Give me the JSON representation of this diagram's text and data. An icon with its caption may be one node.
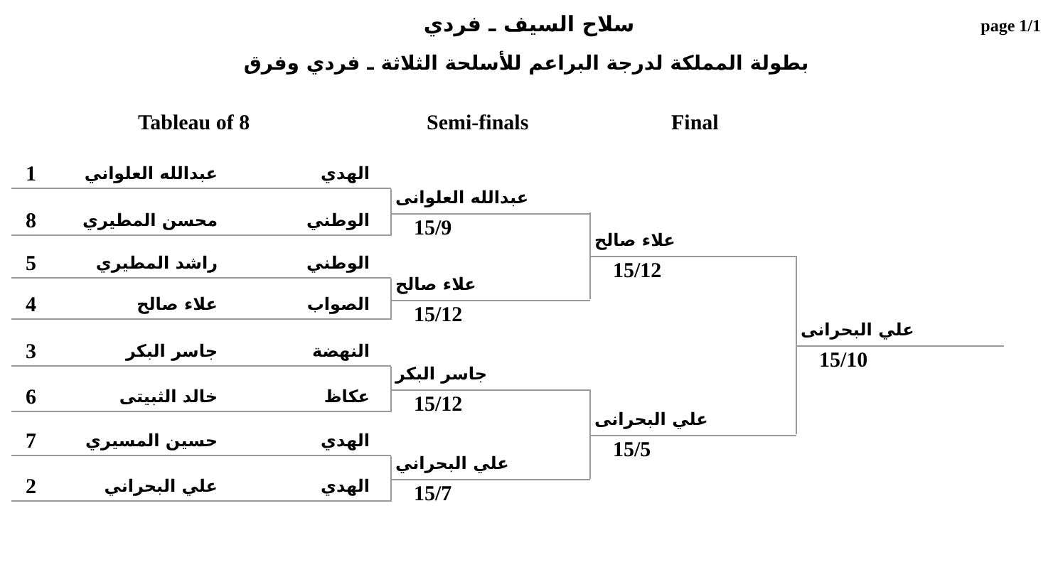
{
  "diagram": {
    "title": "سلاح السيف ـ فردي",
    "nodes": [
      {
        "text": [
          "الهدي",
          "عبدالله العلواني",
          "1"
        ]
      },
      {
        "text": [
          "الوطني",
          "محسن المطيري",
          "8"
        ]
      },
      {
        "text": [
          "الوطني",
          "راشد المطيري",
          "5"
        ]
      },
      {
        "text": [
          "الصواب",
          "علاء صالح",
          "4"
        ]
      },
      {
        "text": [
          "النهضة",
          "جاسر البكر",
          "3"
        ]
      },
      {
        "text": [
          "عكاظ",
          "خالد الثبيتى",
          "6"
        ]
      },
      {
        "text": [
          "الهدي",
          "حسين المسيري",
          "7"
        ]
      },
      {
        "text": [
          "الهدي",
          "علي البحراني",
          "2"
        ]
      },
      {
        "text": [
          "عبدالله العلوانى",
          "15/9"
        ]
      },
      {
        "text": [
          "علاء صالح",
          "15/12"
        ]
      },
      {
        "text": [
          "جاسر البكر",
          "15/12"
        ]
      },
      {
        "text": [
          "علي البحراني",
          "15/7"
        ]
      },
      {
        "text": [
          "علاء صالح",
          "15/12"
        ]
      },
      {
        "text": [
          "علي البحرانى",
          "15/5"
        ]
      },
      {
        "text": [
          "علي البحرانى",
          "15/10"
        ]
      }
    ],
    "edges": [
      {
        "from": 0,
        "to": 8,
        "arrow": "none"
      },
      {
        "from": 1,
        "to": 8,
        "arrow": "none"
      },
      {
        "from": 2,
        "to": 9,
        "arrow": "none"
      },
      {
        "from": 3,
        "to": 9,
        "arrow": "none"
      },
      {
        "from": 4,
        "to": 10,
        "arrow": "none"
      },
      {
        "from": 5,
        "to": 10,
        "arrow": "none"
      },
      {
        "from": 6,
        "to": 11,
        "arrow": "none"
      },
      {
        "from": 7,
        "to": 11,
        "arrow": "none"
      },
      {
        "from": 8,
        "to": 12,
        "arrow": "none"
      },
      {
        "from": 9,
        "to": 12,
        "arrow": "none"
      },
      {
        "from": 10,
        "to": 13,
        "arrow": "none"
      },
      {
        "from": 11,
        "to": 13,
        "arrow": "none"
      },
      {
        "from": 12,
        "to": 14,
        "arrow": "none"
      },
      {
        "from": 13,
        "to": 14,
        "arrow": "none"
      }
    ],
    "labels": [
      "page 1/1",
      "بطولة المملكة لدرجة البراعم للأسلحة الثلاثة ـ فردي وفرق",
      "Tableau of 8",
      "Semi-finals",
      "Final"
    ]
  }
}
